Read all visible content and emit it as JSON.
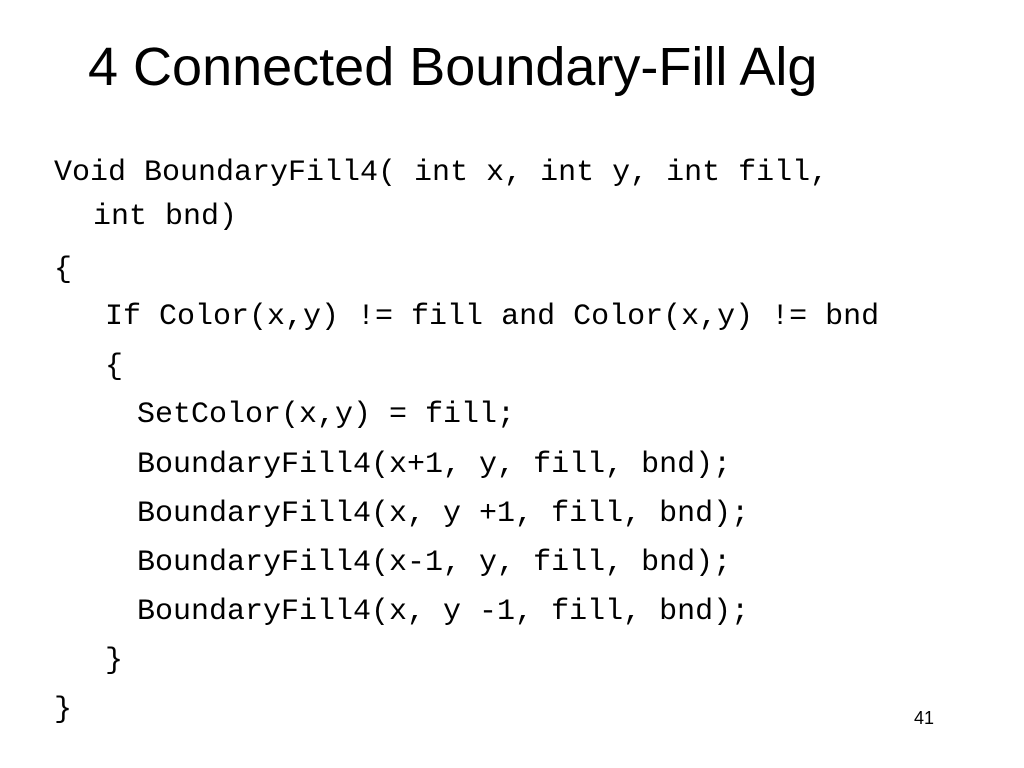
{
  "slide": {
    "title": "4 Connected Boundary-Fill Alg",
    "code_lines": [
      "Void BoundaryFill4( int x, int y, int fill,",
      "int bnd)",
      "{",
      "If Color(x,y) != fill and Color(x,y) != bnd",
      "{",
      "SetColor(x,y) = fill;",
      "BoundaryFill4(x+1, y, fill, bnd);",
      "BoundaryFill4(x, y +1, fill, bnd);",
      "BoundaryFill4(x-1, y, fill, bnd);",
      "BoundaryFill4(x, y -1, fill, bnd);",
      "}",
      "}"
    ],
    "page_number": "41"
  }
}
